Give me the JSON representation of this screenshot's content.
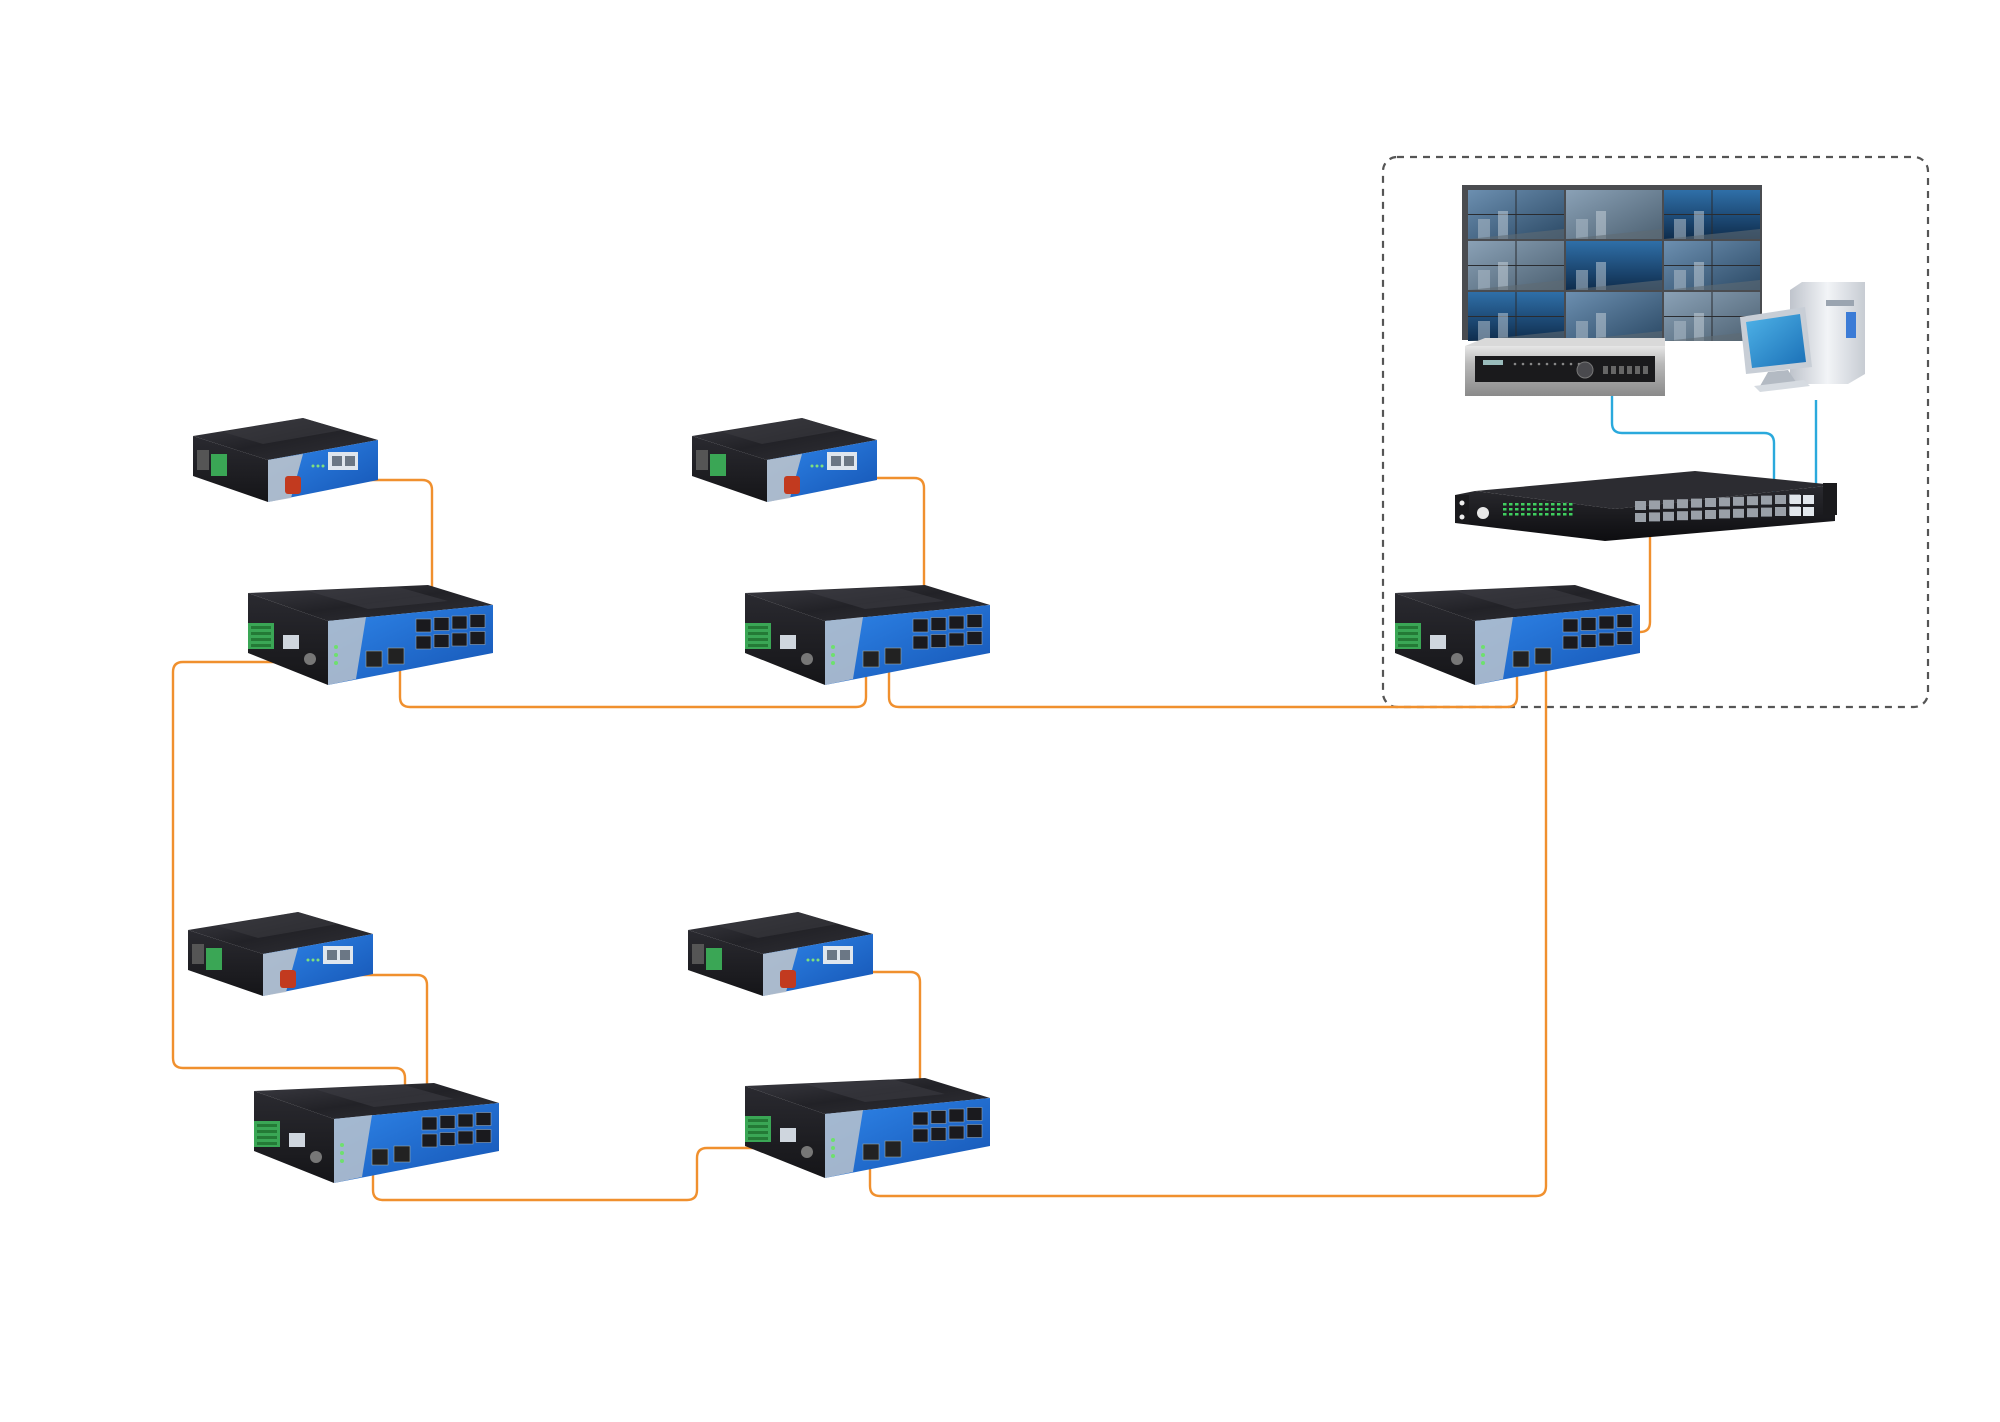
{
  "colors": {
    "fiber_link": "#f0902e",
    "ethernet_link": "#2aa9dc",
    "device_blue": "#1f6fd1",
    "device_dark": "#1e1e22",
    "terminal_green": "#3aa655",
    "zone_border": "#555555"
  },
  "icons": {
    "media_converter": "media-converter-icon",
    "industrial_switch": "industrial-switch-icon",
    "rack_switch": "rack-switch-icon",
    "nvr": "nvr-icon",
    "video_wall": "video-wall-icon",
    "workstation": "workstation-icon"
  },
  "diagram": {
    "zones": [
      {
        "id": "control-center",
        "style": "dashed"
      }
    ],
    "nodes": [
      {
        "id": "video-wall",
        "type": "video_wall"
      },
      {
        "id": "nvr",
        "type": "nvr"
      },
      {
        "id": "workstation",
        "type": "workstation"
      },
      {
        "id": "core-switch",
        "type": "rack_switch"
      },
      {
        "id": "switch-cc",
        "type": "industrial_switch"
      },
      {
        "id": "switch-a",
        "type": "industrial_switch"
      },
      {
        "id": "switch-b",
        "type": "industrial_switch"
      },
      {
        "id": "switch-c",
        "type": "industrial_switch"
      },
      {
        "id": "switch-d",
        "type": "industrial_switch"
      },
      {
        "id": "converter-a",
        "type": "media_converter"
      },
      {
        "id": "converter-b",
        "type": "media_converter"
      },
      {
        "id": "converter-c",
        "type": "media_converter"
      },
      {
        "id": "converter-d",
        "type": "media_converter"
      }
    ],
    "edges": [
      {
        "from": "nvr",
        "to": "core-switch",
        "medium": "ethernet"
      },
      {
        "from": "workstation",
        "to": "core-switch",
        "medium": "ethernet"
      },
      {
        "from": "core-switch",
        "to": "switch-cc",
        "medium": "fiber"
      },
      {
        "from": "converter-a",
        "to": "switch-a",
        "medium": "fiber"
      },
      {
        "from": "converter-b",
        "to": "switch-b",
        "medium": "fiber"
      },
      {
        "from": "converter-c",
        "to": "switch-c",
        "medium": "fiber"
      },
      {
        "from": "converter-d",
        "to": "switch-d",
        "medium": "fiber"
      },
      {
        "from": "switch-a",
        "to": "switch-b",
        "medium": "fiber"
      },
      {
        "from": "switch-b",
        "to": "switch-cc",
        "medium": "fiber"
      },
      {
        "from": "switch-cc",
        "to": "switch-d",
        "medium": "fiber"
      },
      {
        "from": "switch-d",
        "to": "switch-c",
        "medium": "fiber"
      },
      {
        "from": "switch-c",
        "to": "switch-a",
        "medium": "fiber"
      }
    ]
  }
}
